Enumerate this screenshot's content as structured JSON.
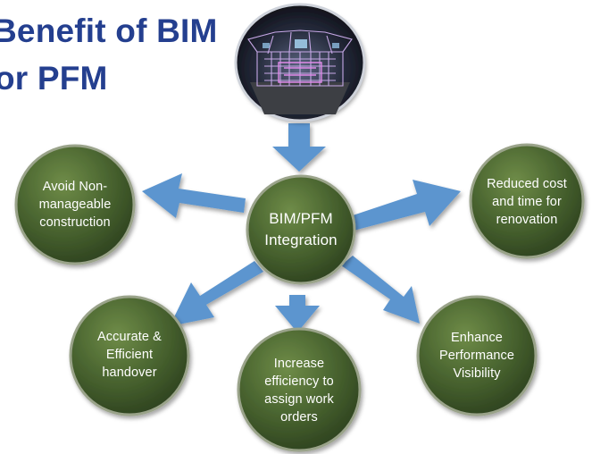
{
  "title": {
    "line1": "Benefit of BIM",
    "line2": "or PFM"
  },
  "colors": {
    "title": "#243f8f",
    "arrow": "#5b95cf",
    "node_fill": "#40592a",
    "node_highlight": "#6f8c48",
    "node_text": "#ffffff",
    "node_border": "#9aa38a"
  },
  "image": {
    "icon": "bim-3d-model-icon"
  },
  "center_node": {
    "label": "BIM/PFM Integration"
  },
  "nodes": [
    {
      "id": "avoid",
      "label": "Avoid Non-manageable construction"
    },
    {
      "id": "reduced",
      "label": "Reduced cost and time for renovation"
    },
    {
      "id": "accurate",
      "label": "Accurate & Efficient handover"
    },
    {
      "id": "increase",
      "label": "Increase efficiency to assign work orders"
    },
    {
      "id": "enhance",
      "label": "Enhance Performance Visibility"
    }
  ]
}
